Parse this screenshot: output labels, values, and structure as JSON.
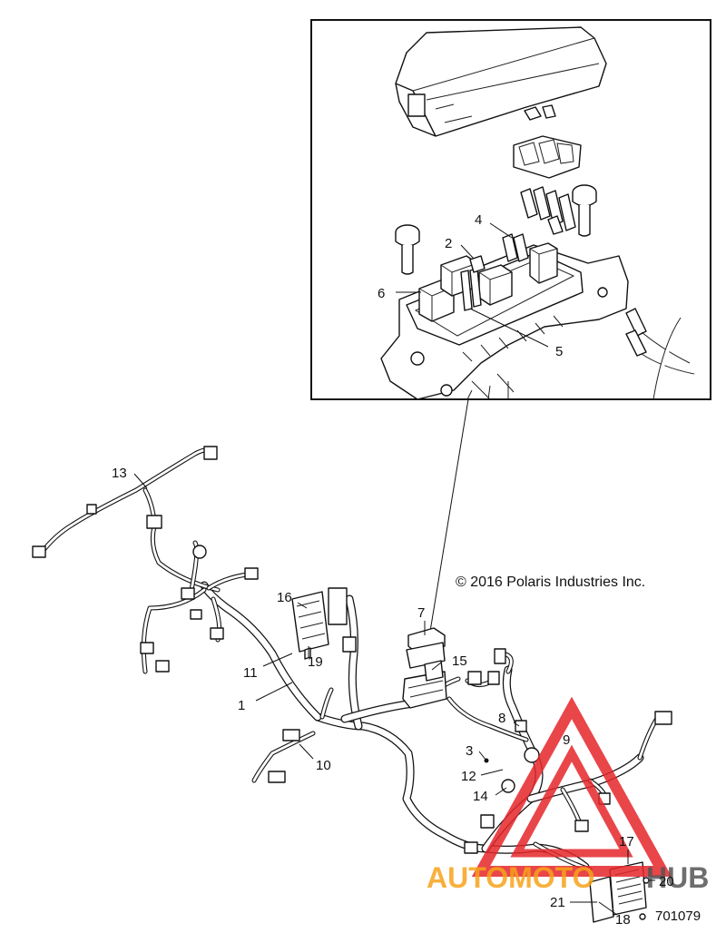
{
  "copyright": "© 2016 Polaris Industries Inc.",
  "figure_number": "701079",
  "callouts": {
    "c1": "1",
    "c2": "2",
    "c3": "3",
    "c4": "4",
    "c5": "5",
    "c6": "6",
    "c7": "7",
    "c8": "8",
    "c9": "9",
    "c10": "10",
    "c11": "11",
    "c12": "12",
    "c13": "13",
    "c14": "14",
    "c15": "15",
    "c16": "16",
    "c17": "17",
    "c18": "18",
    "c19": "19",
    "c20": "20",
    "c21": "21"
  },
  "watermark": {
    "text_a": "AUTOMOTO",
    "text_b": "HUB",
    "color_a": "#f7a21a",
    "color_b": "#555555",
    "triangle_color": "#e5262a"
  }
}
